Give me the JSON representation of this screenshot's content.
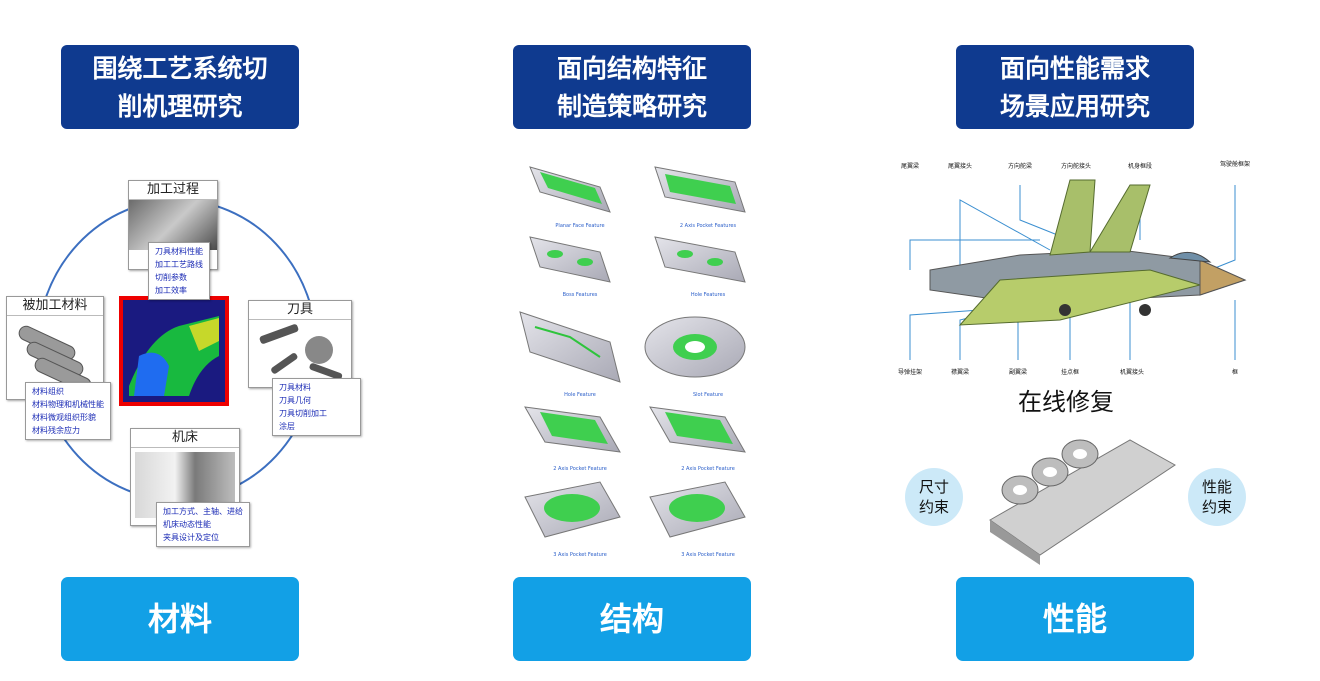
{
  "columns": [
    {
      "top_badge": [
        "围绕工艺系统切",
        "削机理研究"
      ],
      "bottom_label": "材料",
      "cards": {
        "process": {
          "title": "加工过程",
          "notes": [
            "刀具材料性能",
            "加工工艺路线",
            "切削参数",
            "加工效率"
          ]
        },
        "material": {
          "title": "被加工材料",
          "notes": [
            "材料组织",
            "材料物理和机械性能",
            "材料微观组织形貌",
            "材料残余应力"
          ]
        },
        "tool": {
          "title": "刀具",
          "notes": [
            "刀具材料",
            "刀具几何",
            "刀具切削加工",
            "涂层"
          ]
        },
        "machine": {
          "title": "机床",
          "notes": [
            "加工方式、主轴、进给",
            "机床动态性能",
            "夹具设计及定位"
          ]
        }
      }
    },
    {
      "top_badge": [
        "面向结构特征",
        "制造策略研究"
      ],
      "bottom_label": "结构",
      "features": [
        "Planar Face Feature",
        "2 Axis Pocket Features",
        "Boss Features",
        "Hole Features",
        "Hole Feature",
        "Slot Feature",
        "2 Axis Pocket Feature",
        "2 Axis Pocket Feature",
        "3 Axis Pocket Feature",
        "3 Axis Pocket Feature"
      ]
    },
    {
      "top_badge": [
        "面向性能需求",
        "场景应用研究"
      ],
      "bottom_label": "性能",
      "callouts_top": [
        "尾翼梁",
        "尾翼接头",
        "方向舵梁",
        "方向舵接头",
        "机身框段",
        "驾驶舱框架"
      ],
      "callouts_bottom": [
        "导弹挂架",
        "襟翼梁",
        "副翼梁",
        "挂点框",
        "机翼接头",
        "框"
      ],
      "online_repair": "在线修复",
      "left_circle": [
        "尺寸",
        "约束"
      ],
      "right_circle": [
        "性能",
        "约束"
      ]
    }
  ],
  "colors": {
    "top_badge": "#0f3a8f",
    "bottom_badge": "#12a0e6",
    "circle": "#cce9f8"
  }
}
